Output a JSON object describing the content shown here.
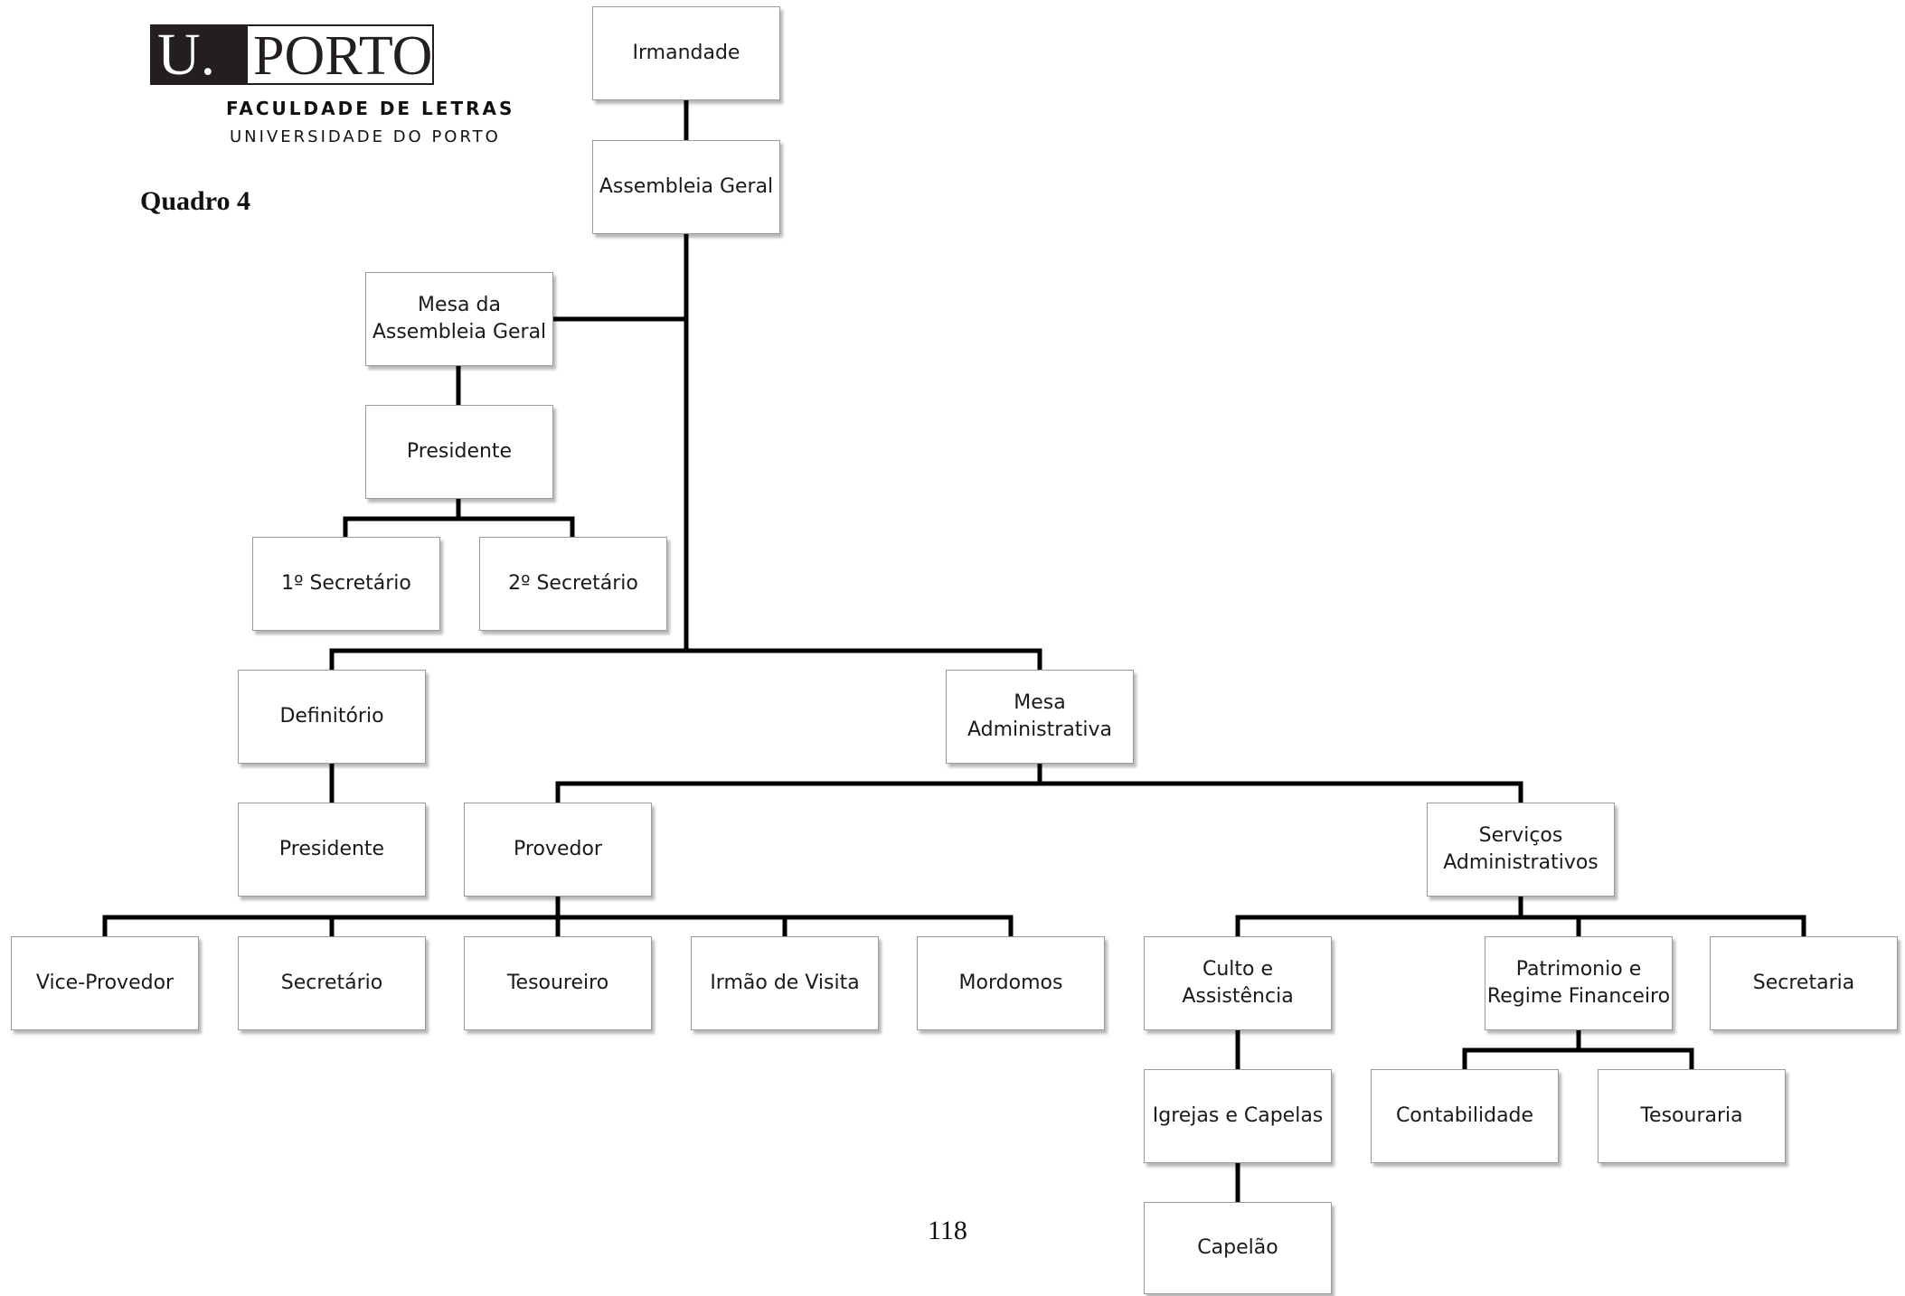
{
  "header": {
    "logo_u": "U.",
    "logo_porto": "PORTO",
    "faculty": "FACULDADE DE LETRAS",
    "university": "UNIVERSIDADE DO PORTO"
  },
  "figure_label": "Quadro 4",
  "page_number": "118",
  "nodes": {
    "irmandade": "Irmandade",
    "assembleia_geral": "Assembleia Geral",
    "mesa_assembleia_geral": "Mesa da\nAssembleia Geral",
    "presidente_mesa_ag": "Presidente",
    "primeiro_secretario": "1º Secretário",
    "segundo_secretario": "2º Secretário",
    "definitorio": "Definitório",
    "presidente_definitorio": "Presidente",
    "mesa_administrativa": "Mesa\nAdministrativa",
    "provedor": "Provedor",
    "servicos_administrativos": "Serviços\nAdministrativos",
    "vice_provedor": "Vice-Provedor",
    "secretario": "Secretário",
    "tesoureiro": "Tesoureiro",
    "irmao_de_visita": "Irmão de Visita",
    "mordomos": "Mordomos",
    "culto_e_assistencia": "Culto e Assistência",
    "patrimonio_regime_financeiro": "Patrimonio e\nRegime Financeiro",
    "secretaria": "Secretaria",
    "igrejas_e_capelas": "Igrejas e Capelas",
    "contabilidade": "Contabilidade",
    "tesouraria": "Tesouraria",
    "capelao": "Capelão"
  },
  "edges": [
    [
      "irmandade",
      "assembleia_geral"
    ],
    [
      "assembleia_geral",
      "mesa_assembleia_geral"
    ],
    [
      "mesa_assembleia_geral",
      "presidente_mesa_ag"
    ],
    [
      "presidente_mesa_ag",
      "primeiro_secretario"
    ],
    [
      "presidente_mesa_ag",
      "segundo_secretario"
    ],
    [
      "assembleia_geral",
      "definitorio"
    ],
    [
      "assembleia_geral",
      "mesa_administrativa"
    ],
    [
      "definitorio",
      "presidente_definitorio"
    ],
    [
      "mesa_administrativa",
      "provedor"
    ],
    [
      "mesa_administrativa",
      "servicos_administrativos"
    ],
    [
      "provedor",
      "vice_provedor"
    ],
    [
      "provedor",
      "secretario"
    ],
    [
      "provedor",
      "tesoureiro"
    ],
    [
      "provedor",
      "irmao_de_visita"
    ],
    [
      "provedor",
      "mordomos"
    ],
    [
      "servicos_administrativos",
      "culto_e_assistencia"
    ],
    [
      "servicos_administrativos",
      "patrimonio_regime_financeiro"
    ],
    [
      "servicos_administrativos",
      "secretaria"
    ],
    [
      "culto_e_assistencia",
      "igrejas_e_capelas"
    ],
    [
      "igrejas_e_capelas",
      "capelao"
    ],
    [
      "patrimonio_regime_financeiro",
      "contabilidade"
    ],
    [
      "patrimonio_regime_financeiro",
      "tesouraria"
    ]
  ]
}
